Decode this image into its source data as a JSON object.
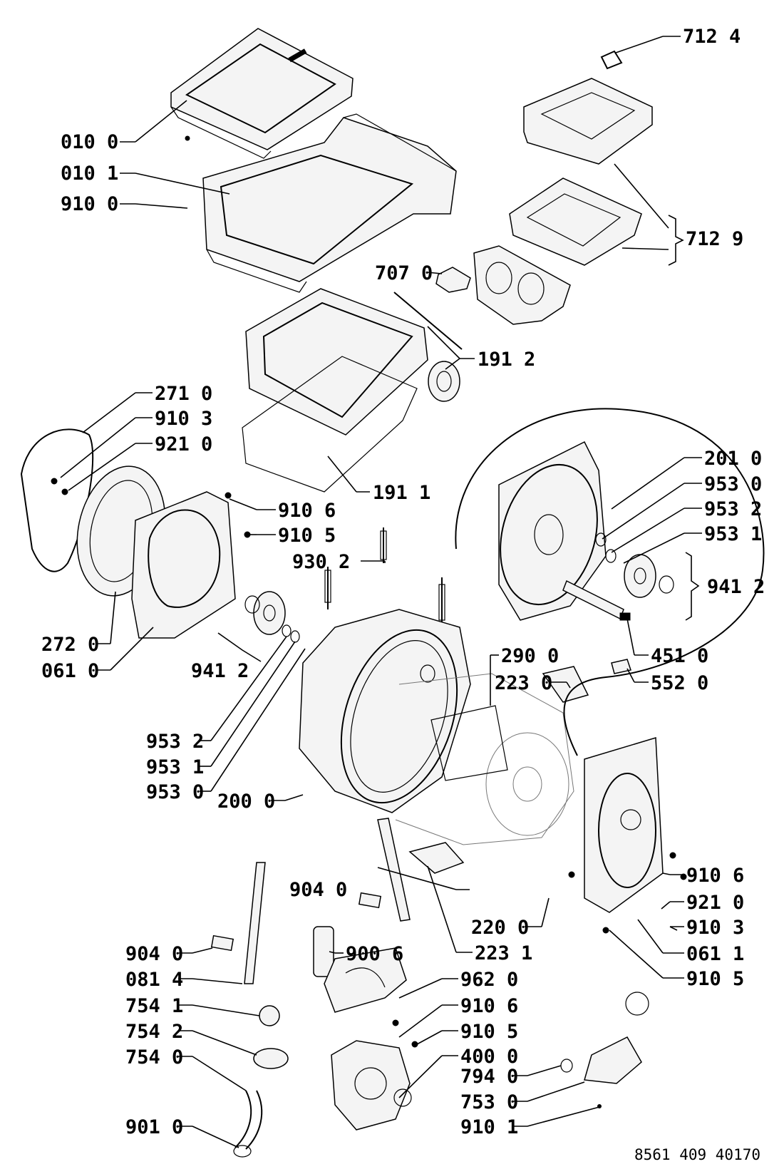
{
  "diagram": {
    "document_number": "8561 409 40170",
    "labels": [
      "010 0",
      "010 1",
      "910 0",
      "712 4",
      "712 9",
      "707 0",
      "191 2",
      "191 1",
      "271 0",
      "910 3",
      "921 0",
      "910 6",
      "910 5",
      "930 2",
      "272 0",
      "061 0",
      "941 2",
      "201 0",
      "953 0",
      "953 2",
      "953 1",
      "941 2",
      "451 0",
      "552 0",
      "290 0",
      "223 0",
      "953 2",
      "953 1",
      "953 0",
      "200 0",
      "904 0",
      "220 0",
      "223 1",
      "910 6",
      "921 0",
      "910 3",
      "061 1",
      "910 5",
      "904 0",
      "900 6",
      "081 4",
      "962 0",
      "754 1",
      "910 6",
      "754 2",
      "910 5",
      "400 0",
      "754 0",
      "794 0",
      "753 0",
      "901 0",
      "910 1"
    ]
  }
}
